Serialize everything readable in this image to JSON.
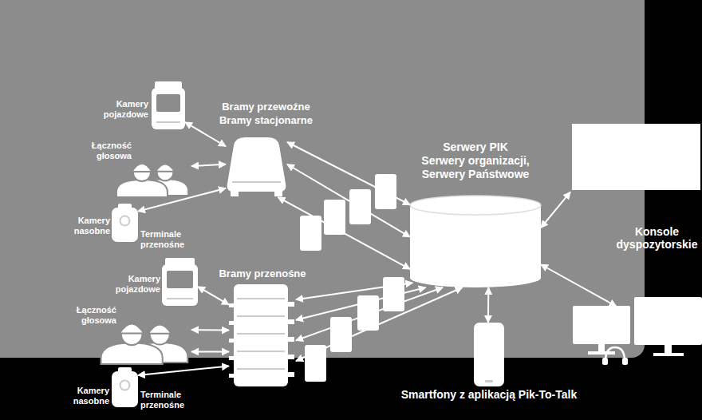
{
  "diagram": {
    "nodes": [
      {
        "text": [
          "Kamery pojazdowe"
        ]
      },
      {
        "text": [
          "Bramy przewoźne",
          "Bramy stacjonarne"
        ]
      },
      {
        "text": [
          "Łączność głosowa"
        ]
      },
      {
        "text": [
          "Serwery PIK",
          "Serwery organizacji,",
          "Serwery Państwowe"
        ]
      },
      {
        "text": [
          "Kamery nasobne",
          "Terminale przenośne"
        ]
      },
      {
        "text": [
          "Konsole dyspozytorskie"
        ]
      },
      {
        "text": [
          "Kamery pojazdowe"
        ]
      },
      {
        "text": [
          "Bramy przenośne"
        ]
      },
      {
        "text": [
          "Łączność głosowa"
        ]
      },
      {
        "text": [
          "Kamery nasobne",
          "Terminale przenośne"
        ]
      },
      {
        "text": [
          "Smartfony z aplikacją Pik-To-Talk"
        ]
      }
    ],
    "edges": [
      {
        "from": 0,
        "to": 1,
        "arrow": "both"
      },
      {
        "from": 2,
        "to": 1,
        "arrow": "both"
      },
      {
        "from": 4,
        "to": 1,
        "arrow": "both"
      },
      {
        "from": 1,
        "to": 3,
        "arrow": "both"
      },
      {
        "from": 1,
        "to": 3,
        "arrow": "both"
      },
      {
        "from": 1,
        "to": 3,
        "arrow": "both"
      },
      {
        "from": 6,
        "to": 7,
        "arrow": "both"
      },
      {
        "from": 8,
        "to": 7,
        "arrow": "both"
      },
      {
        "from": 8,
        "to": 7,
        "arrow": "both"
      },
      {
        "from": 9,
        "to": 7,
        "arrow": "both"
      },
      {
        "from": 7,
        "to": 3,
        "arrow": "both"
      },
      {
        "from": 7,
        "to": 3,
        "arrow": "both"
      },
      {
        "from": 7,
        "to": 3,
        "arrow": "both"
      },
      {
        "from": 7,
        "to": 3,
        "arrow": "both"
      },
      {
        "from": 3,
        "to": 10,
        "arrow": "both"
      },
      {
        "from": 3,
        "to": 5,
        "arrow": "both"
      },
      {
        "from": 3,
        "to": 5,
        "arrow": "both"
      }
    ]
  }
}
